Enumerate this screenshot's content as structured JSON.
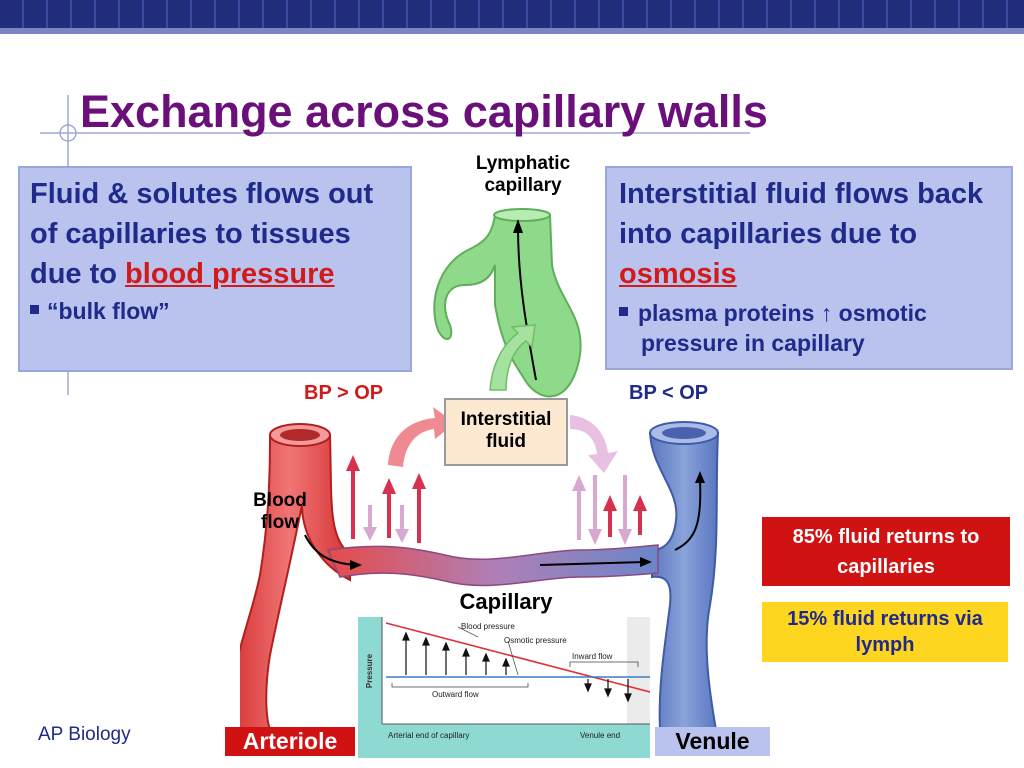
{
  "slide": {
    "title": "Exchange across capillary walls",
    "footer": "AP Biology"
  },
  "left_box": {
    "text_before": "Fluid & solutes flows out of capillaries to tissues due to ",
    "highlight": "blood pressure",
    "bullet": "“bulk flow”"
  },
  "right_box": {
    "text_before": "Interstitial fluid flows back into capillaries due to ",
    "highlight": "osmosis",
    "bullet_before": "plasma proteins ",
    "bullet_arrow": "↑",
    "bullet_after": " osmotic pressure in capillary"
  },
  "diagram": {
    "lymphatic_label": "Lymphatic capillary",
    "bp_gt_op": "BP > OP",
    "bp_lt_op": "BP < OP",
    "interstitial_label": "Interstitial fluid",
    "blood_flow_label": "Blood flow",
    "capillary_label": "Capillary",
    "arteriole_label": "Arteriole",
    "venule_label": "Venule"
  },
  "notes": {
    "red": "85% fluid returns to capillaries",
    "yellow": "15% fluid returns via lymph"
  },
  "graph": {
    "y_label": "Pressure",
    "blood_pressure": "Blood pressure",
    "osmotic_pressure": "Osmotic pressure",
    "inward_flow": "Inward flow",
    "outward_flow": "Outward flow",
    "arterial_end": "Arterial end of capillary",
    "venule_end": "Venule end"
  },
  "colors": {
    "title": "#6b0f7a",
    "box_fill": "#b9c3ee",
    "box_text": "#1f2a8a",
    "highlight": "#d21a1a",
    "artery": "#e04848",
    "vein": "#6b86c9",
    "lymph": "#8fd98a"
  }
}
